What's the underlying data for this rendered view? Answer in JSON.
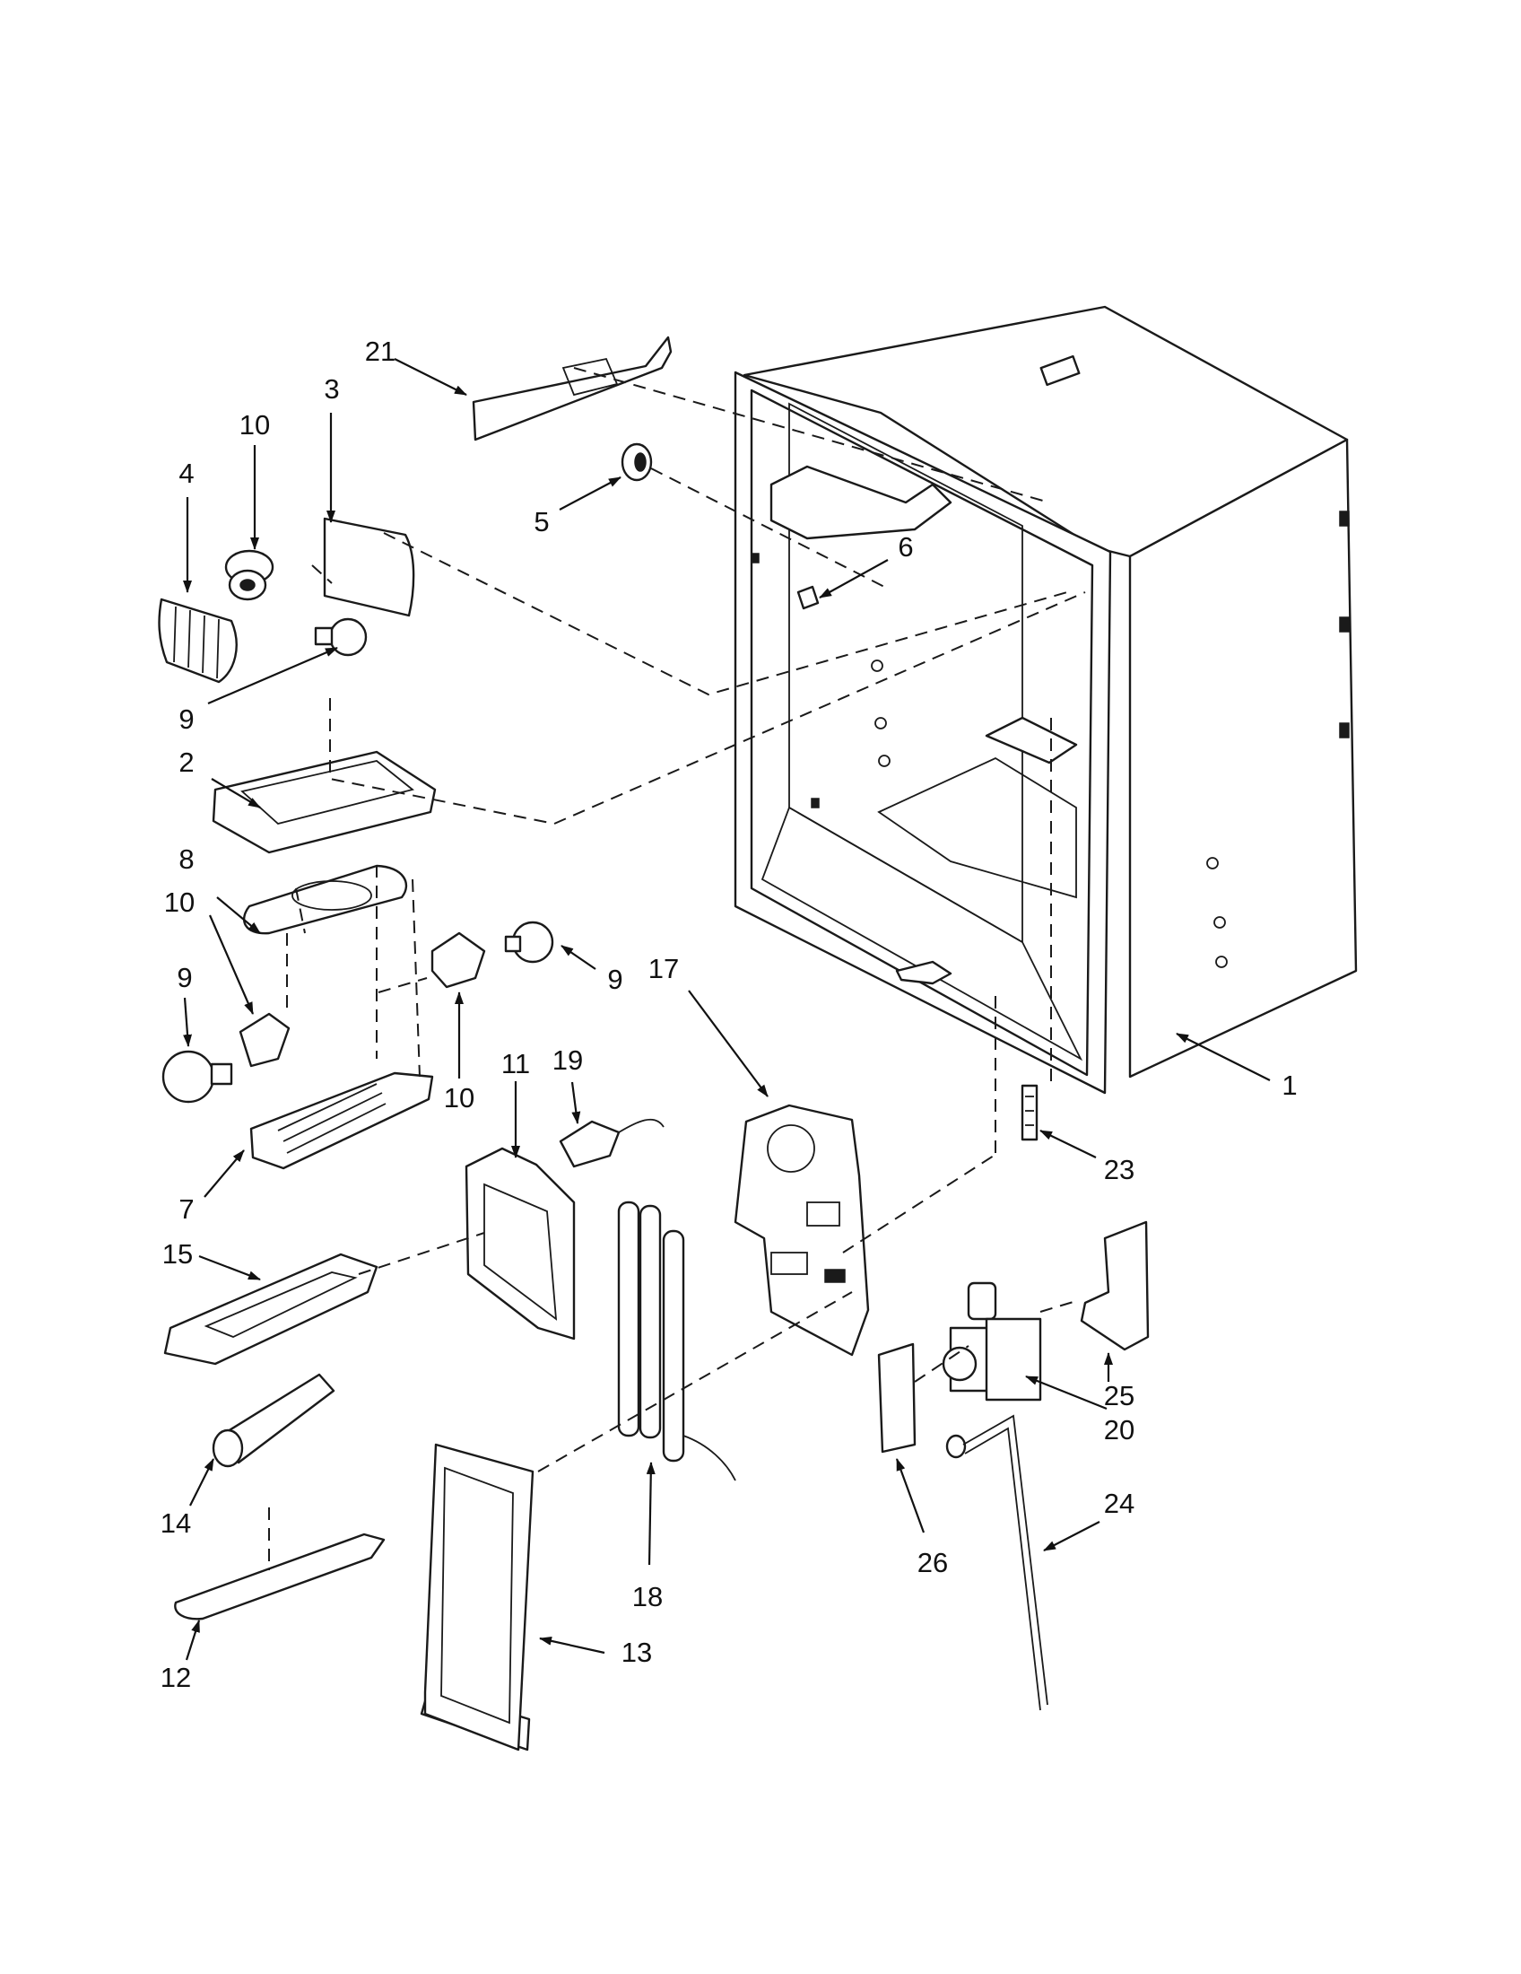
{
  "callouts": [
    {
      "id": "c1",
      "text": "1"
    },
    {
      "id": "c2",
      "text": "2"
    },
    {
      "id": "c3",
      "text": "3"
    },
    {
      "id": "c4",
      "text": "4"
    },
    {
      "id": "c5",
      "text": "5"
    },
    {
      "id": "c6",
      "text": "6"
    },
    {
      "id": "c7",
      "text": "7"
    },
    {
      "id": "c8",
      "text": "8"
    },
    {
      "id": "c9a",
      "text": "9"
    },
    {
      "id": "c9b",
      "text": "9"
    },
    {
      "id": "c9c",
      "text": "9"
    },
    {
      "id": "c10a",
      "text": "10"
    },
    {
      "id": "c10b",
      "text": "10"
    },
    {
      "id": "c10c",
      "text": "10"
    },
    {
      "id": "c11",
      "text": "11"
    },
    {
      "id": "c12",
      "text": "12"
    },
    {
      "id": "c13",
      "text": "13"
    },
    {
      "id": "c14",
      "text": "14"
    },
    {
      "id": "c15",
      "text": "15"
    },
    {
      "id": "c17",
      "text": "17"
    },
    {
      "id": "c18",
      "text": "18"
    },
    {
      "id": "c19",
      "text": "19"
    },
    {
      "id": "c20",
      "text": "20"
    },
    {
      "id": "c21",
      "text": "21"
    },
    {
      "id": "c23",
      "text": "23"
    },
    {
      "id": "c24",
      "text": "24"
    },
    {
      "id": "c25",
      "text": "25"
    },
    {
      "id": "c26",
      "text": "26"
    }
  ]
}
